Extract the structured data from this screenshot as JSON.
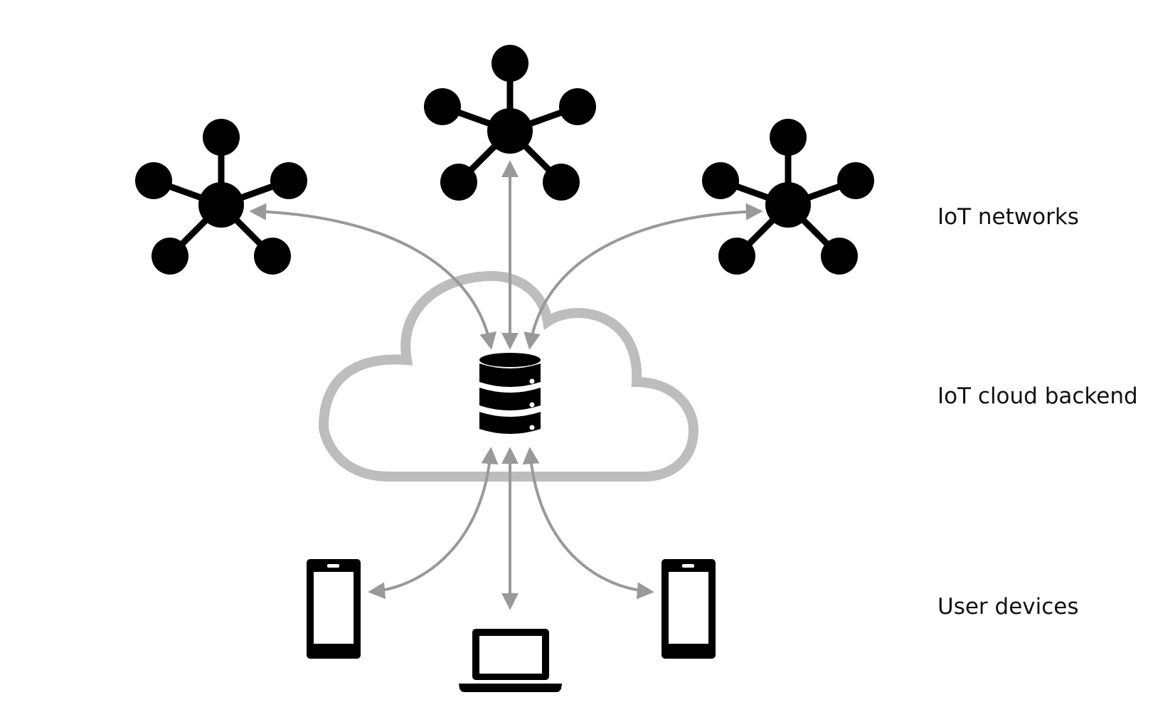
{
  "labels": {
    "networks": "IoT networks",
    "backend": "IoT cloud backend",
    "devices": "User devices"
  },
  "colors": {
    "node": "#000000",
    "arrow": "#999999",
    "cloud": "#bdbdbd",
    "text": "#111111"
  },
  "icons": {
    "networks": "star-network-icon",
    "backend": "database-icon",
    "phone": "smartphone-icon",
    "laptop": "laptop-icon",
    "cloud": "cloud-icon"
  }
}
